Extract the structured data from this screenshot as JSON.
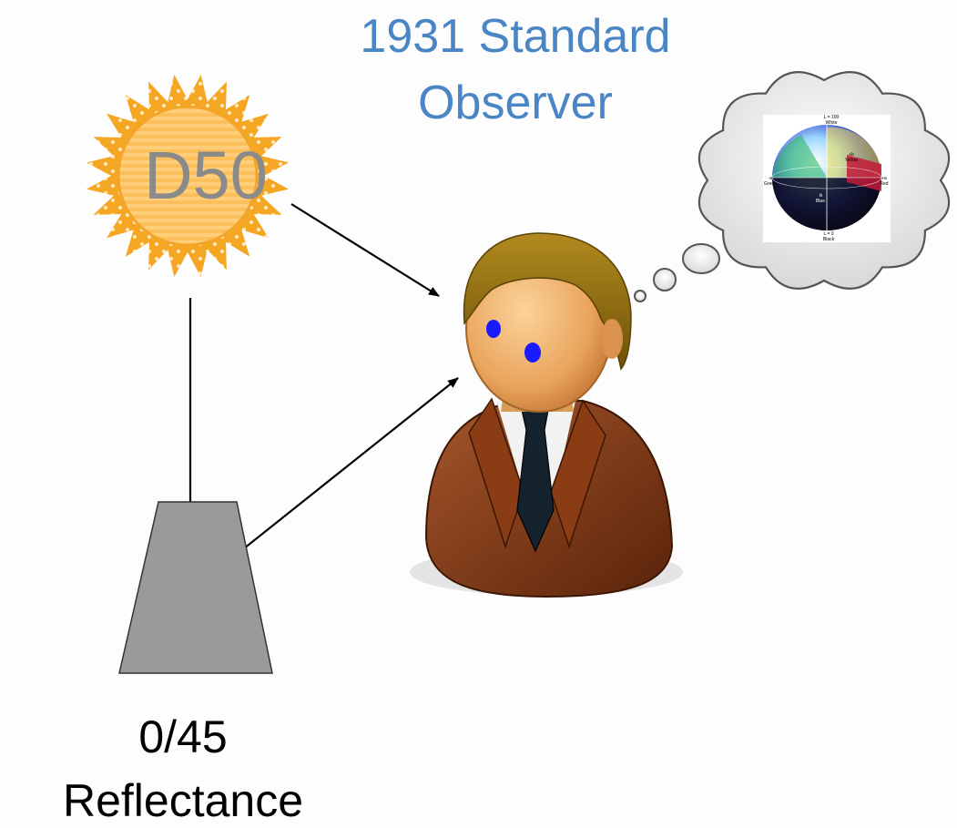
{
  "title_line1": "1931 Standard",
  "title_line2": "Observer",
  "illuminant_label": "D50",
  "geometry_label": "0/45",
  "measurement_label": "Reflectance",
  "colorspace_inset": {
    "top": "L = 100",
    "top_sub": "White",
    "bottom": "L = 0",
    "bottom_sub": "Black",
    "left": "-a",
    "left_sub": "Green",
    "right": "+a",
    "right_sub": "Red",
    "yellow": "+b",
    "yellow_sub": "Yellow",
    "blue": "-b",
    "blue_sub": "Blue"
  },
  "colors": {
    "title": "#4a86c5",
    "sun": "#f5a623",
    "sun_label": "#8a8a8a",
    "sample": "#9a9a9a",
    "eyes": "#1a1aff",
    "suit": "#7a3410",
    "hair": "#8a6a10"
  }
}
